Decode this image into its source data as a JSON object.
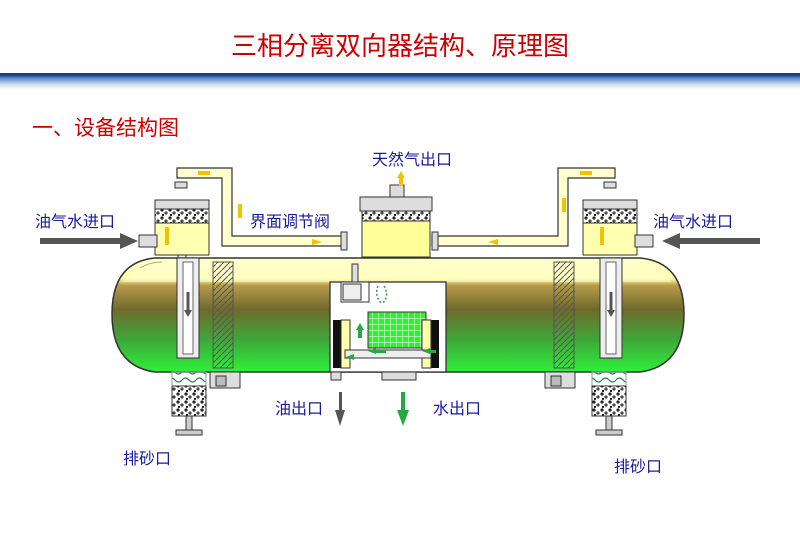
{
  "title": "三相分离双向器结构、原理图",
  "section": "一、设备结构图",
  "labels": {
    "gas_outlet": "天然气出口",
    "inlet_left": "油气水进口",
    "inlet_right": "油气水进口",
    "interface_valve": "界面调节阀",
    "oil_outlet": "油出口",
    "water_outlet": "水出口",
    "sand_left": "排砂口",
    "sand_right": "排砂口"
  },
  "colors": {
    "title": "#cc0000",
    "label": "#1a1a9c",
    "gas_zone": "#ffffbb",
    "oil_layer": "#7a6a2a",
    "water_layer": "#22dd22",
    "packing": "#33ee33",
    "flow_arrow_gas": "#f2c200",
    "flow_arrow_water": "#22aa44"
  }
}
